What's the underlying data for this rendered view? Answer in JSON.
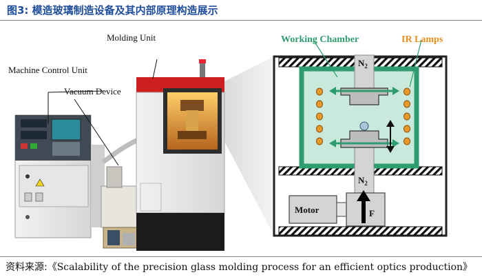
{
  "header": {
    "figure_label": "图3:",
    "title": "模造玻璃制造设备及其内部原理构造展示"
  },
  "photo_labels": {
    "molding_unit": "Molding Unit",
    "machine_control_unit": "Machine Control Unit",
    "vacuum_device": "Vacuum Device"
  },
  "schematic_labels": {
    "working_chamber": "Working Chamber",
    "ir_lamps": "IR Lamps",
    "n2_top": "N",
    "n2_top_sub": "2",
    "n2_bottom": "N",
    "n2_bottom_sub": "2",
    "motor": "Motor",
    "force": "F"
  },
  "footer": {
    "source_prefix": "资料来源:",
    "source_title": "《Scalability of the precision glass molding process for an efficient optics production》"
  },
  "colors": {
    "title_blue": "#1f4e9c",
    "chamber_green": "#2e9c6e",
    "chamber_fill": "#c9e9dd",
    "lamp_orange": "#e79a2a",
    "ir_label_orange": "#e88e1a"
  }
}
